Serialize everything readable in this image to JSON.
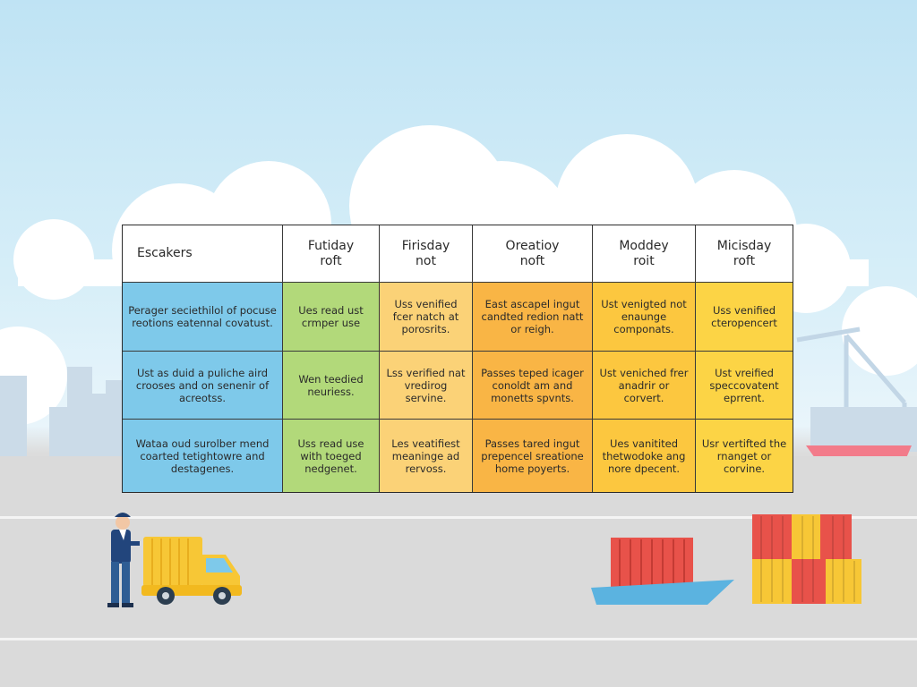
{
  "table": {
    "headers": [
      {
        "title": "Escakers",
        "sub": ""
      },
      {
        "title": "Futiday",
        "sub": "roft"
      },
      {
        "title": "Firisday",
        "sub": "not"
      },
      {
        "title": "Oreatioy",
        "sub": "noft"
      },
      {
        "title": "Moddey",
        "sub": "roit"
      },
      {
        "title": "Micisday",
        "sub": "roft"
      }
    ],
    "rows": [
      [
        "Perager seciethilol of pocuse reotions eatennal covatust.",
        "Ues read ust crmper use",
        "Uss venified fcer natch at porosrits.",
        "East ascapel ingut candted redion natt or reigh.",
        "Ust venigted not enaunge componats.",
        "Uss venified cteropencert"
      ],
      [
        "Ust as duid a puliche aird crooses and on senenir of acreotss.",
        "Wen teedied neuriess.",
        "Lss verified nat vredirog servine.",
        "Passes teped icager conoldt am and monetts spvnts.",
        "Ust veniched frer anadrir or corvert.",
        "Ust vreified speccovatent eprrent."
      ],
      [
        "Wataa oud surolber mend coarted tetightowre and destagenes.",
        "Uss read use with toeged nedgenet.",
        "Les veatifiest meaninge ad rervoss.",
        "Passes tared ingut prepencel sreatione home poyerts.",
        "Ues vanitited thetwodoke ang nore dpecent.",
        "Usr vertifted the rnanget or corvine."
      ]
    ]
  },
  "colors": {
    "col0": "#7ec9ea",
    "col1": "#b2d97a",
    "col2": "#fbd277",
    "col3": "#f9b545",
    "col4": "#fcc73f",
    "col5": "#fcd445"
  },
  "illustration": {
    "elements": [
      "cloud",
      "city-skyline",
      "crane",
      "cargo-ship",
      "worker",
      "delivery-van",
      "shipping-container-boat",
      "container-stack"
    ]
  }
}
